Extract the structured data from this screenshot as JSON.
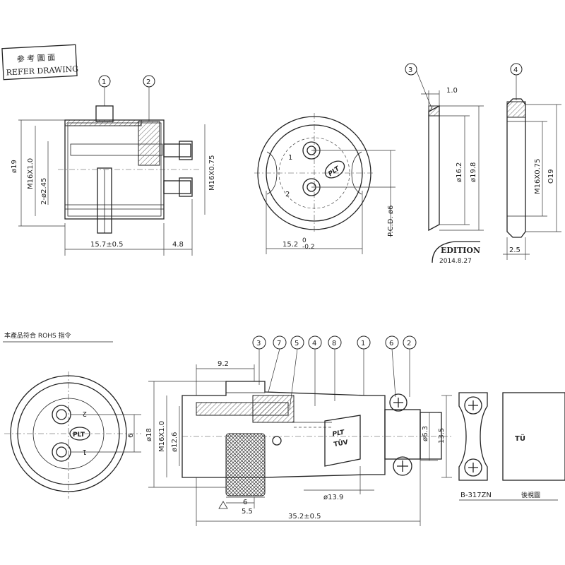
{
  "stamp": {
    "cn": "参 考 圖 面",
    "en": "REFER DRAWING"
  },
  "balloons": {
    "b1": "1",
    "b2": "2",
    "b3": "3",
    "b4": "4",
    "b5": "5",
    "b6": "6",
    "b7": "7",
    "b8": "8"
  },
  "view1": {
    "dia_outer": "ø19",
    "thread_body": "M16X1.0",
    "pins": "2-ø2.45",
    "thread_rear": "M16X0.75",
    "len_body": "15.7±0.5",
    "len_pin": "4.8"
  },
  "view2": {
    "width": "15.2",
    "tol_upper": "0",
    "tol_lower": "-0.2",
    "pcd": "P.C.D. ø6",
    "pin1": "1",
    "pin2": "2",
    "logo": "PLT"
  },
  "view3": {
    "thk": "1.0",
    "d_inner": "ø16.2",
    "d_outer": "ø19.8"
  },
  "view4": {
    "thread": "M16X0.75",
    "dia": "O19",
    "thk": "2.5"
  },
  "edition": {
    "label": "EDITION",
    "date": "2014.8.27"
  },
  "bottom_left": {
    "note": "本產品符合 ROHS 指令",
    "pin1": "1",
    "pin2": "2",
    "logo": "PLT",
    "dim": "6"
  },
  "assembly": {
    "d9_2": "9.2",
    "d18": "ø18",
    "thread": "M16X1.0",
    "d12_6": "ø12.6",
    "d6_3": "ø6.3",
    "d13_5": "13.5",
    "d13_9": "ø13.9",
    "d6": "6",
    "d5_5": "5.5",
    "total": "35.2±0.5",
    "logo": "PLT",
    "tuv": "TÜV"
  },
  "part_no": "B-317ZN",
  "view_name": "後視圖"
}
